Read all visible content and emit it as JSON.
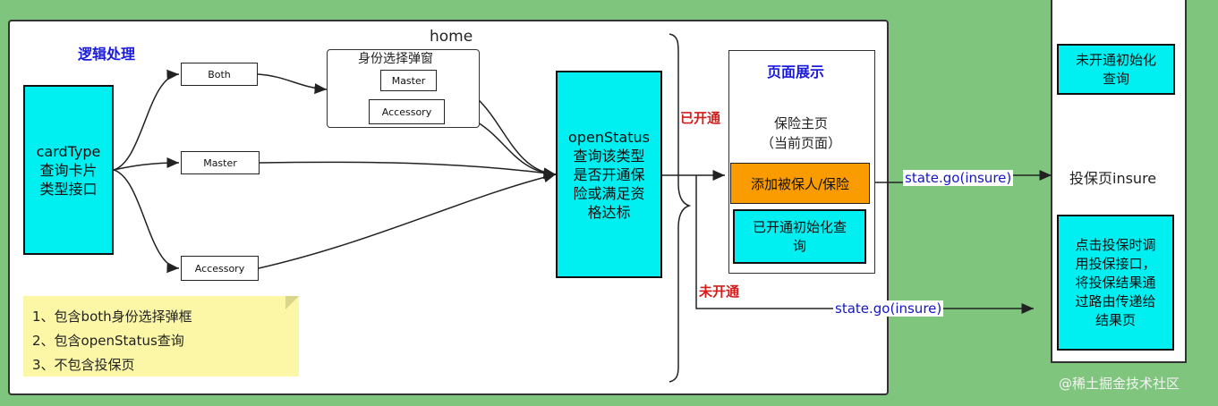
{
  "left_panel": {
    "title": "逻辑处理",
    "card_type": "cardType\n查询卡片\n类型接口",
    "branches": {
      "both": "Both",
      "master": "Master",
      "accessory": "Accessory"
    },
    "home_label": "home",
    "dialog": {
      "title": "身份选择弹窗",
      "master": "Master",
      "accessory": "Accessory"
    },
    "open_status": "openStatus\n查询该类型\n是否开通保\n险或满足资\n格达标",
    "note_lines": [
      "1、包含both身份选择弹框",
      "2、包含openStatus查询",
      "3、不包含投保页"
    ]
  },
  "branch_labels": {
    "opened": "已开通",
    "not_opened": "未开通"
  },
  "page_display": {
    "title": "页面展示",
    "home_text": "保险主页\n（当前页面）",
    "add_insured": "添加被保人/保险",
    "opened_query": "已开通初始化查\n询"
  },
  "transitions": {
    "state_go_1": "state.go(insure)",
    "state_go_2": "state.go(insure)"
  },
  "right_panel": {
    "not_opened_query": "未开通初始化\n查询",
    "insure_page": "投保页insure",
    "insure_desc": "点击投保时调\n用投保接口，\n将投保结果通\n过路由传递给\n结果页"
  },
  "watermark": "@稀土掘金技术社区",
  "colors": {
    "background": "#80c57e",
    "cyan": "#00f0f2",
    "orange": "#fa9b00",
    "note": "#fbf7a7",
    "title_blue": "#1a1adf",
    "label_red": "#d41c1c"
  }
}
